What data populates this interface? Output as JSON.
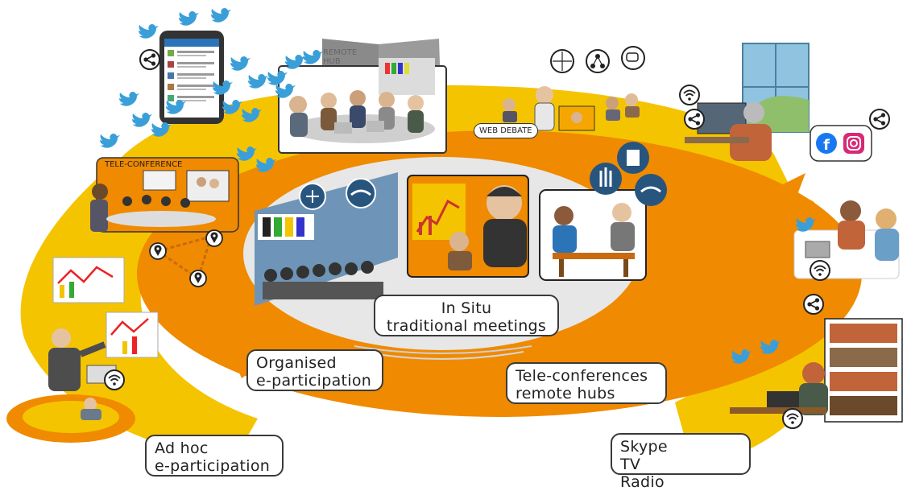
{
  "labels": {
    "in_situ": {
      "line1": "In Situ",
      "line2": "traditional meetings"
    },
    "organised": {
      "line1": "Organised",
      "line2": "e-participation"
    },
    "tele": {
      "line1": "Tele-conferences",
      "line2": "remote hubs"
    },
    "adhoc": {
      "line1": "Ad hoc",
      "line2": "e-participation"
    },
    "media": {
      "skype": "Skype",
      "tv": "TV",
      "radio": "Radio"
    }
  },
  "panel_tags": {
    "remote_hub_line1": "REMOTE",
    "remote_hub_line2": "HUB",
    "tele_conference": "TELE-CONFERENCE",
    "web_debate": "WEB DEBATE"
  },
  "icons": [
    "twitter-bird-icon",
    "share-icon",
    "wifi-icon",
    "location-pin-icon",
    "facebook-icon",
    "instagram-icon",
    "www-globe-icon",
    "hierarchy-icon",
    "chat-bubble-icon",
    "handshake-icon",
    "hands-up-icon"
  ],
  "colors": {
    "outer_ring": "#F5C400",
    "middle_ring": "#F08A00",
    "inner_ellipse": "#ECECEC",
    "twitter": "#3A9FD8",
    "facebook": "#1877F2",
    "instagram": "#D62976"
  }
}
